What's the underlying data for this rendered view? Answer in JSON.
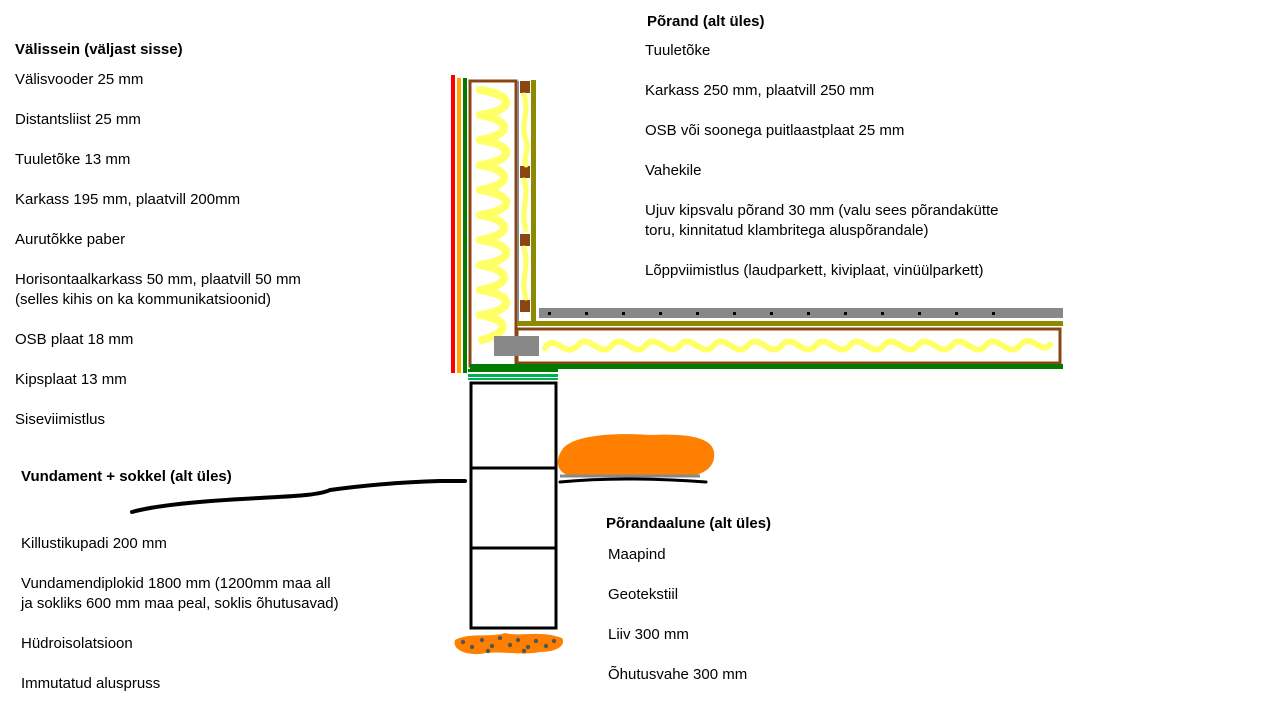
{
  "wall": {
    "heading": "Välissein (väljast sisse)",
    "layers": [
      "Välisvooder 25 mm",
      "Distantsliist 25 mm",
      "Tuuletõke 13 mm",
      "Karkass 195 mm, plaatvill 200mm",
      "Aurutõkke paber",
      "Horisontaalkarkass 50 mm, plaatvill 50 mm",
      "(selles kihis on ka kommunikatsioonid)",
      "OSB plaat 18 mm",
      "Kipsplaat 13 mm",
      "Siseviimistlus"
    ]
  },
  "floor": {
    "heading": "Põrand (alt üles)",
    "layers": [
      "Tuuletõke",
      "Karkass 250 mm, plaatvill 250 mm",
      "OSB või soonega puitlaastplaat 25 mm",
      "Vahekile",
      "Ujuv kipsvalu põrand 30 mm (valu sees põrandakütte",
      "toru, kinnitatud klambritega aluspõrandale)",
      "Lõppviimistlus (laudparkett, kiviplaat, vinüülparkett)"
    ]
  },
  "foundation": {
    "heading": "Vundament + sokkel (alt üles)",
    "layers": [
      "Killustikupadi 200 mm",
      "Vundamendiplokid 1800 mm (1200mm maa all",
      "ja sokliks 600 mm maa peal, soklis õhutusavad)",
      "Hüdroisolatsioon",
      "Immutatud aluspruss"
    ]
  },
  "subfloor": {
    "heading": "Põrandaalune (alt üles)",
    "layers": [
      "Maapind",
      "Geotekstiil",
      "Liiv 300 mm",
      "Õhutusvahe 300 mm"
    ]
  },
  "colors": {
    "cladding_red": "#ff0000",
    "batten_orange": "#ffa500",
    "windbarrier_green": "#007a00",
    "frame_brown": "#8b4513",
    "insulation_yellow": "#ffff66",
    "osb_olive": "#8b8b00",
    "screed_gray": "#888888",
    "block_black": "#000000",
    "sand_orange": "#ff8000",
    "waterproof_green": "#00b050"
  }
}
